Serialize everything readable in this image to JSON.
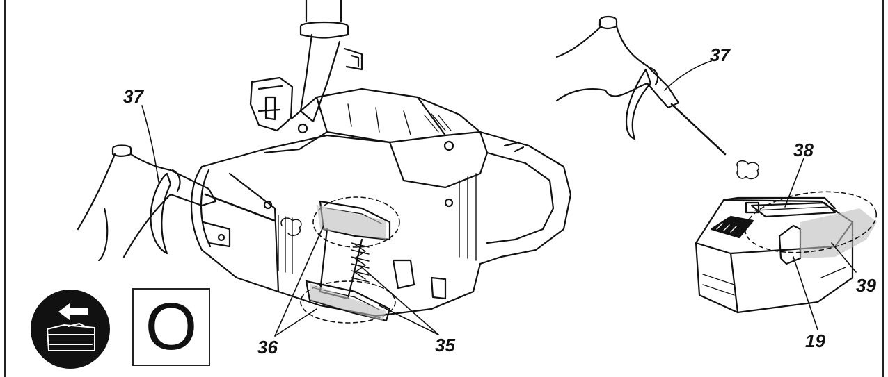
{
  "figure": {
    "callouts": {
      "c37_left": "37",
      "c37_right": "37",
      "c38": "38",
      "c39": "39",
      "c19": "19",
      "c36": "36",
      "c35": "35"
    },
    "mode_symbol": "O",
    "icons": {
      "remove_battery": "battery-remove-arrow-icon",
      "blower_left": "air-blower-icon",
      "blower_right": "air-blower-icon",
      "tool_body": "power-tool-body-illustration",
      "battery": "battery-pack-illustration"
    }
  }
}
